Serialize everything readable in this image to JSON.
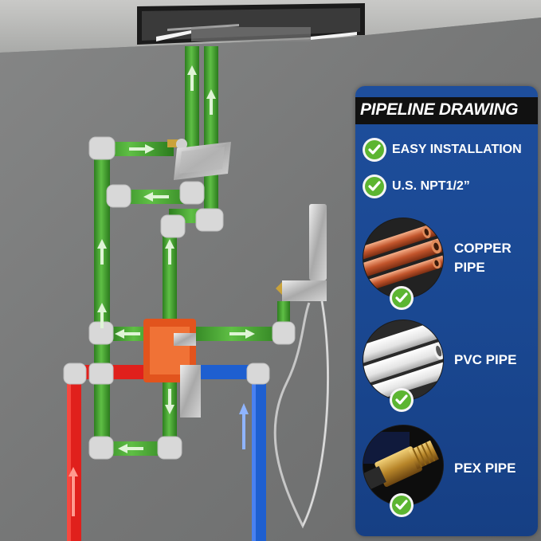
{
  "panel": {
    "title": "PIPELINE DRAWING",
    "features": [
      {
        "label": "EASY INSTALLATION",
        "icon": "check-circle-icon"
      },
      {
        "label": "U.S. NPT1/2”",
        "icon": "check-circle-icon"
      }
    ],
    "pipes": [
      {
        "line1": "COPPER",
        "line2": "PIPE",
        "icon": "check-circle-icon"
      },
      {
        "line1": "PVC PIPE",
        "line2": "",
        "icon": "check-circle-icon"
      },
      {
        "line1": "PEX PIPE",
        "line2": "",
        "icon": "check-circle-icon"
      }
    ]
  },
  "colors": {
    "panel_blue": "#1a4892",
    "check_green": "#5cb531",
    "water_pipe_green": "#3c9a2a",
    "hot_red": "#e0201c",
    "cold_blue": "#1e5fd0",
    "wall_gray": "#7d7e7e"
  }
}
